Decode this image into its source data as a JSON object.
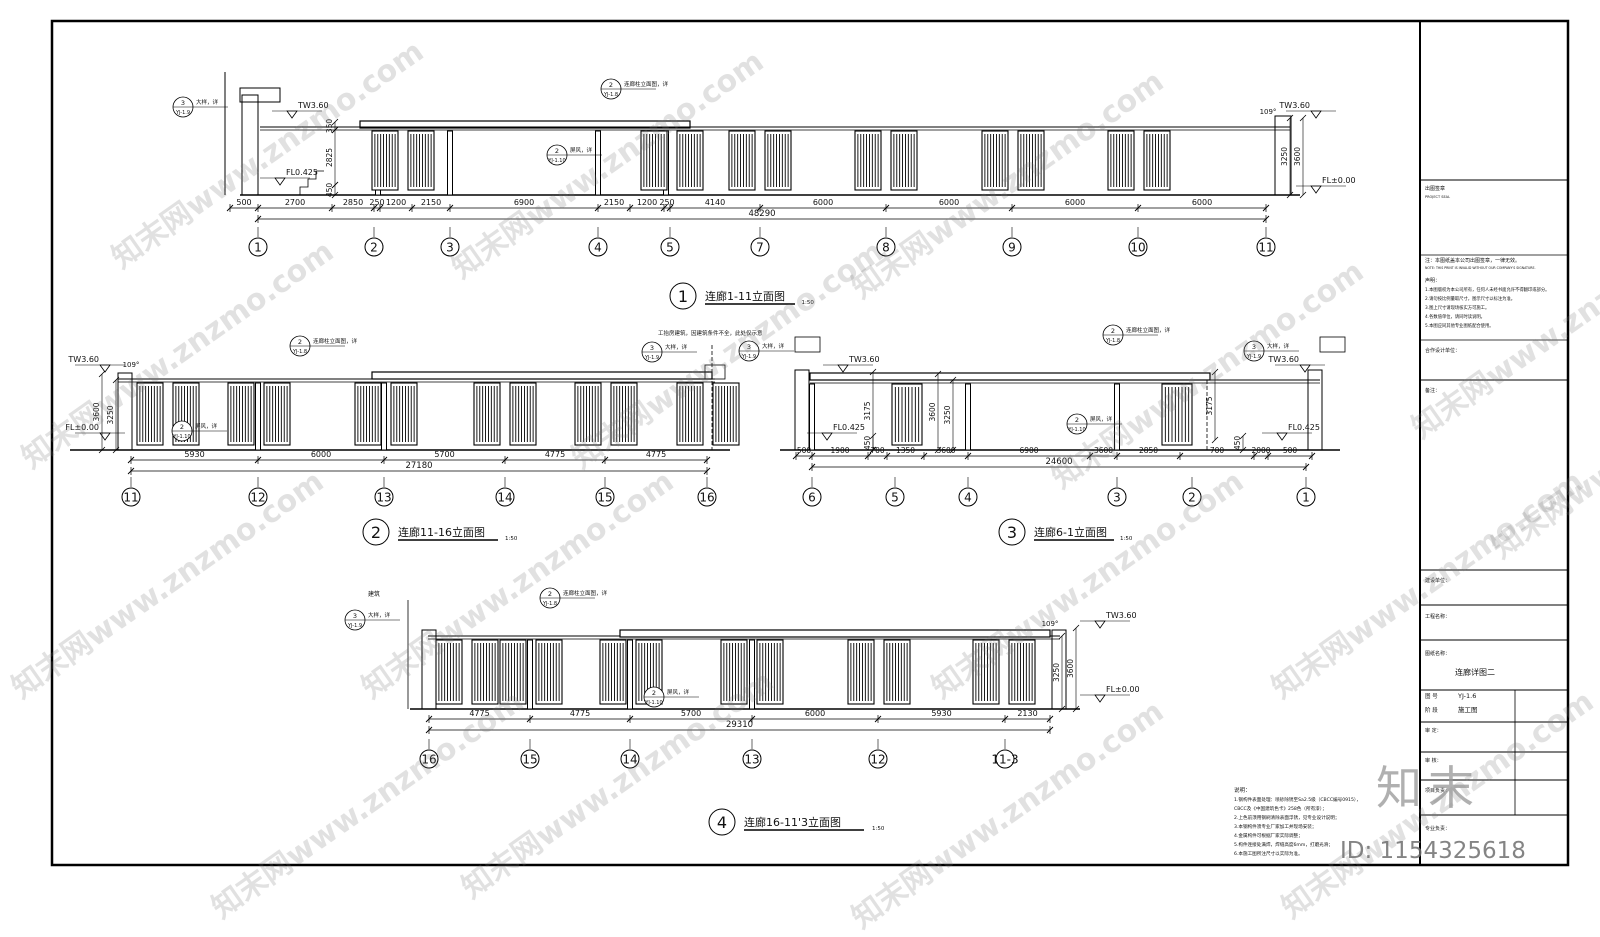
{
  "sheet": {
    "drawing_name": "连廊详图二",
    "drawing_no_label": "图 号",
    "drawing_no": "YJ-1.6",
    "stage_label": "阶 段",
    "stage": "施工图",
    "seal_title": "出图签章",
    "seal_title_en": "PROJECT SEAL",
    "seal_note": "注：本图纸盖本公司出图签章，一律无效。",
    "seal_note_en": "NOTE: THIS PRINT IS INVALID WITHOUT OUR COMPANY'S SIGNATURE.",
    "statement_label": "声明：",
    "statements": [
      "1.本图版权为本公司所有，任何人未经书面允许不得翻印或部分。",
      "2.请勿按比例量取尺寸，图示尺寸以标注为准。",
      "3.图上尺寸请现场核实方可施工。",
      "4.各数值单位，请同时读说明。",
      "5.本图应同其他专业图纸配合使用。"
    ],
    "coop_label": "合作设计单位：",
    "remarks_label": "备注：",
    "construction_company_label": "建设单位：",
    "project_title_label": "工程名称：",
    "drawing_title_label": "图纸名称：",
    "audit_label": "审 定：",
    "review_label": "审 核：",
    "leader_label": "项目负责：",
    "specialty_label": "专业负责：",
    "notes_title": "说明：",
    "notes": [
      "1.钢构件表面处理：喷砂除锈至Sa2.5级（CBCC编号0915），",
      "CBCC及《中国建筑色卡》258色（所有漆）；",
      "2.上色前须用钢刷清除表面浮锈，见专业设计说明；",
      "3.本钢构件须专业厂家加工并现场安装；",
      "4.金属构件可根据厂家实际调整；",
      "5.构件连接处满焊，焊缝高度6mm，打磨光滑；",
      "6.本施工图所注尺寸以实际为准。"
    ]
  },
  "elev1": {
    "title": "连廊1-11立面图",
    "scale": "1:50",
    "num": "1",
    "dims": [
      "500",
      "2700",
      "2850",
      "250",
      "1200",
      "2150",
      "6900",
      "2150",
      "1200",
      "250",
      "4140",
      "6000",
      "6000",
      "6000",
      "6000"
    ],
    "total": "48290",
    "axes": [
      "1",
      "2",
      "3",
      "4",
      "5",
      "7",
      "8",
      "9",
      "10",
      "11"
    ],
    "lv_tw_l": "TW3.60",
    "lv_tw_r": "TW3.60",
    "lv_fl_l": "FL0.425",
    "lv_fl_r": "FL±0.00",
    "angle": "109°",
    "vdims": [
      "350",
      "2825",
      "450",
      "3250",
      "3600"
    ],
    "callouts": [
      {
        "n": "3",
        "s": "YJ-1.9",
        "t": "大样，详"
      },
      {
        "n": "2",
        "s": "YJ-1.8",
        "t": "连廊柱立面图，详"
      },
      {
        "n": "2",
        "s": "YJ-1.10",
        "t": "屏风，详"
      }
    ]
  },
  "elev2": {
    "title": "连廊11-16立面图",
    "scale": "1:50",
    "num": "2",
    "dims": [
      "5930",
      "6000",
      "5700",
      "4775",
      "4775"
    ],
    "total": "27180",
    "axes": [
      "11",
      "12",
      "13",
      "14",
      "15",
      "16"
    ],
    "lv_tw": "TW3.60",
    "lv_fl": "FL±0.00",
    "angle": "109°",
    "vdims": [
      "3600",
      "3250"
    ],
    "note_r": "工抬房建筑，因建筑条件不全，此处仅示意",
    "callouts": [
      {
        "n": "2",
        "s": "YJ-1.8",
        "t": "连廊柱立面图，详"
      },
      {
        "n": "3",
        "s": "YJ-1.9",
        "t": "大样，详"
      },
      {
        "n": "2",
        "s": "YJ-1.10",
        "t": "屏风，详"
      }
    ]
  },
  "elev3": {
    "title": "连廊6-1立面图",
    "scale": "1:50",
    "num": "3",
    "dims": [
      "500",
      "1900",
      "700",
      "1350",
      "3600",
      "6900",
      "3600",
      "2850",
      "700",
      "2000",
      "500"
    ],
    "total": "24600",
    "axes": [
      "6",
      "5",
      "4",
      "3",
      "2",
      "1"
    ],
    "lv_tw_l": "TW3.60",
    "lv_tw_r": "TW3.60",
    "lv_fl_l": "FL0.425",
    "lv_fl_r": "FL0.425",
    "vdims": [
      "3175",
      "3600",
      "3250",
      "3175",
      "450",
      "450"
    ],
    "callouts": [
      {
        "n": "3",
        "s": "YJ-1.9",
        "t": "大样，详"
      },
      {
        "n": "2",
        "s": "YJ-1.8",
        "t": "连廊柱立面图，详"
      },
      {
        "n": "3",
        "s": "YJ-1.9",
        "t": "大样，详"
      },
      {
        "n": "2",
        "s": "YJ-1.10",
        "t": "屏风，详"
      }
    ]
  },
  "elev4": {
    "title": "连廊16-11'3立面图",
    "scale": "1:50",
    "num": "4",
    "dims": [
      "4775",
      "4775",
      "5700",
      "6000",
      "5930",
      "2130"
    ],
    "total": "29310",
    "axes": [
      "16",
      "15",
      "14",
      "13",
      "12",
      "11-3"
    ],
    "lv_tw": "TW3.60",
    "lv_fl": "FL±0.00",
    "angle": "109°",
    "vdims": [
      "3250",
      "3600"
    ],
    "bldg": "建筑",
    "callouts": [
      {
        "n": "3",
        "s": "YJ-1.9",
        "t": "大样，详"
      },
      {
        "n": "2",
        "s": "YJ-1.8",
        "t": "连廊柱立面图，详"
      },
      {
        "n": "2",
        "s": "YJ-1.10",
        "t": "屏风，详"
      }
    ]
  },
  "watermark": "知末网www.znzmo.com",
  "brand": {
    "logo": "知末",
    "id": "ID: 1154325618"
  }
}
